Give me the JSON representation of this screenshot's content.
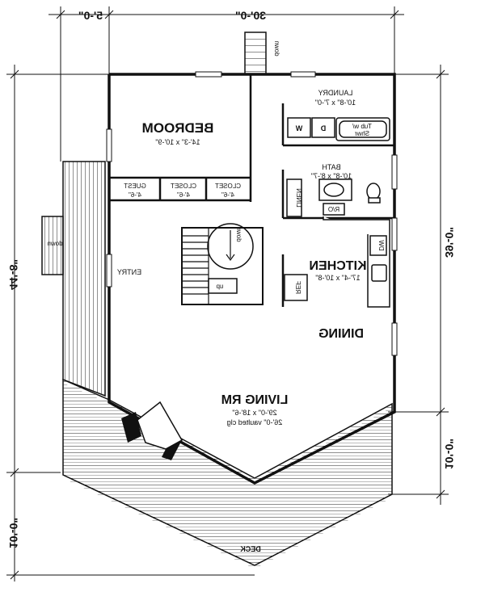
{
  "dimensions": {
    "top_left": "5'-0\"",
    "top_main": "30'-0\"",
    "right_upper": "39'-0\"",
    "right_lower": "10'-0\"",
    "left_upper": "44'-8\"",
    "left_lower": "10'-0\""
  },
  "rooms": {
    "bedroom": {
      "name": "BEDROOM",
      "size": "14'-3\" x 10'-9\""
    },
    "laundry": {
      "name": "LAUNDRY",
      "size": "10'-8\" x 7'-0\""
    },
    "bath": {
      "name": "BATH",
      "size": "10'-8\" x 8'-7\""
    },
    "kitchen": {
      "name": "KITCHEN",
      "size": "17'-4\" x 10'-8\""
    },
    "dining": {
      "name": "DINING"
    },
    "living": {
      "name": "LIVING RM",
      "size": "29'-0\" x 18'-6\"",
      "note": "26'-0\" vaulted clg"
    },
    "entry": {
      "name": "ENTRY"
    },
    "deck": {
      "name": "DECK"
    }
  },
  "closets": {
    "guest": {
      "name": "GUEST",
      "size": "4'-6\""
    },
    "closet1": {
      "name": "CLOSET",
      "size": "4'-6\""
    },
    "closet2": {
      "name": "CLOSET",
      "size": "4'-6\""
    }
  },
  "fixtures": {
    "washer": "W",
    "dryer": "D",
    "tub_top": "Tub w/",
    "tub_bottom": "Shwr",
    "linen": "LINEN",
    "ref": "REF",
    "dw": "DW",
    "ro": "R/O"
  },
  "stairs": {
    "up": "up",
    "down_stair": "down",
    "down_deck": "down",
    "down_rear": "down"
  }
}
